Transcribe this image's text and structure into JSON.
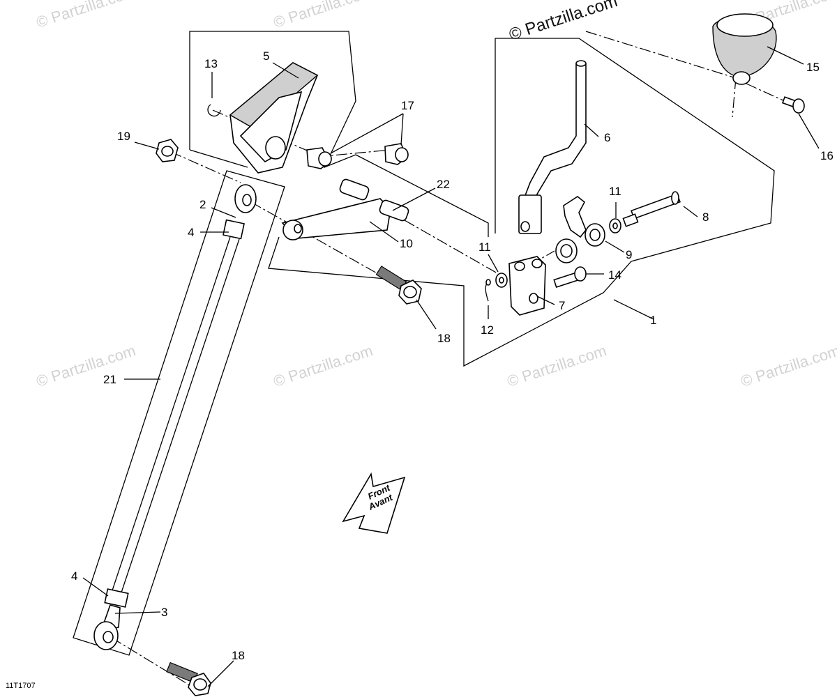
{
  "watermark": "© Partzilla.com",
  "header_watermark": "© Partzilla.com",
  "reference_code": "11T1707",
  "direction_arrow": {
    "line1": "Front",
    "line2": "Avant"
  },
  "callouts": [
    {
      "id": "c1",
      "label": "1"
    },
    {
      "id": "c2",
      "label": "2"
    },
    {
      "id": "c3",
      "label": "3"
    },
    {
      "id": "c4a",
      "label": "4"
    },
    {
      "id": "c4b",
      "label": "4"
    },
    {
      "id": "c5",
      "label": "5"
    },
    {
      "id": "c6",
      "label": "6"
    },
    {
      "id": "c7",
      "label": "7"
    },
    {
      "id": "c8",
      "label": "8"
    },
    {
      "id": "c9",
      "label": "9"
    },
    {
      "id": "c10",
      "label": "10"
    },
    {
      "id": "c11a",
      "label": "11"
    },
    {
      "id": "c11b",
      "label": "11"
    },
    {
      "id": "c12",
      "label": "12"
    },
    {
      "id": "c13",
      "label": "13"
    },
    {
      "id": "c14",
      "label": "14"
    },
    {
      "id": "c15",
      "label": "15"
    },
    {
      "id": "c16",
      "label": "16"
    },
    {
      "id": "c17",
      "label": "17"
    },
    {
      "id": "c18a",
      "label": "18"
    },
    {
      "id": "c18b",
      "label": "18"
    },
    {
      "id": "c19",
      "label": "19"
    },
    {
      "id": "c21",
      "label": "21"
    },
    {
      "id": "c22",
      "label": "22"
    }
  ]
}
